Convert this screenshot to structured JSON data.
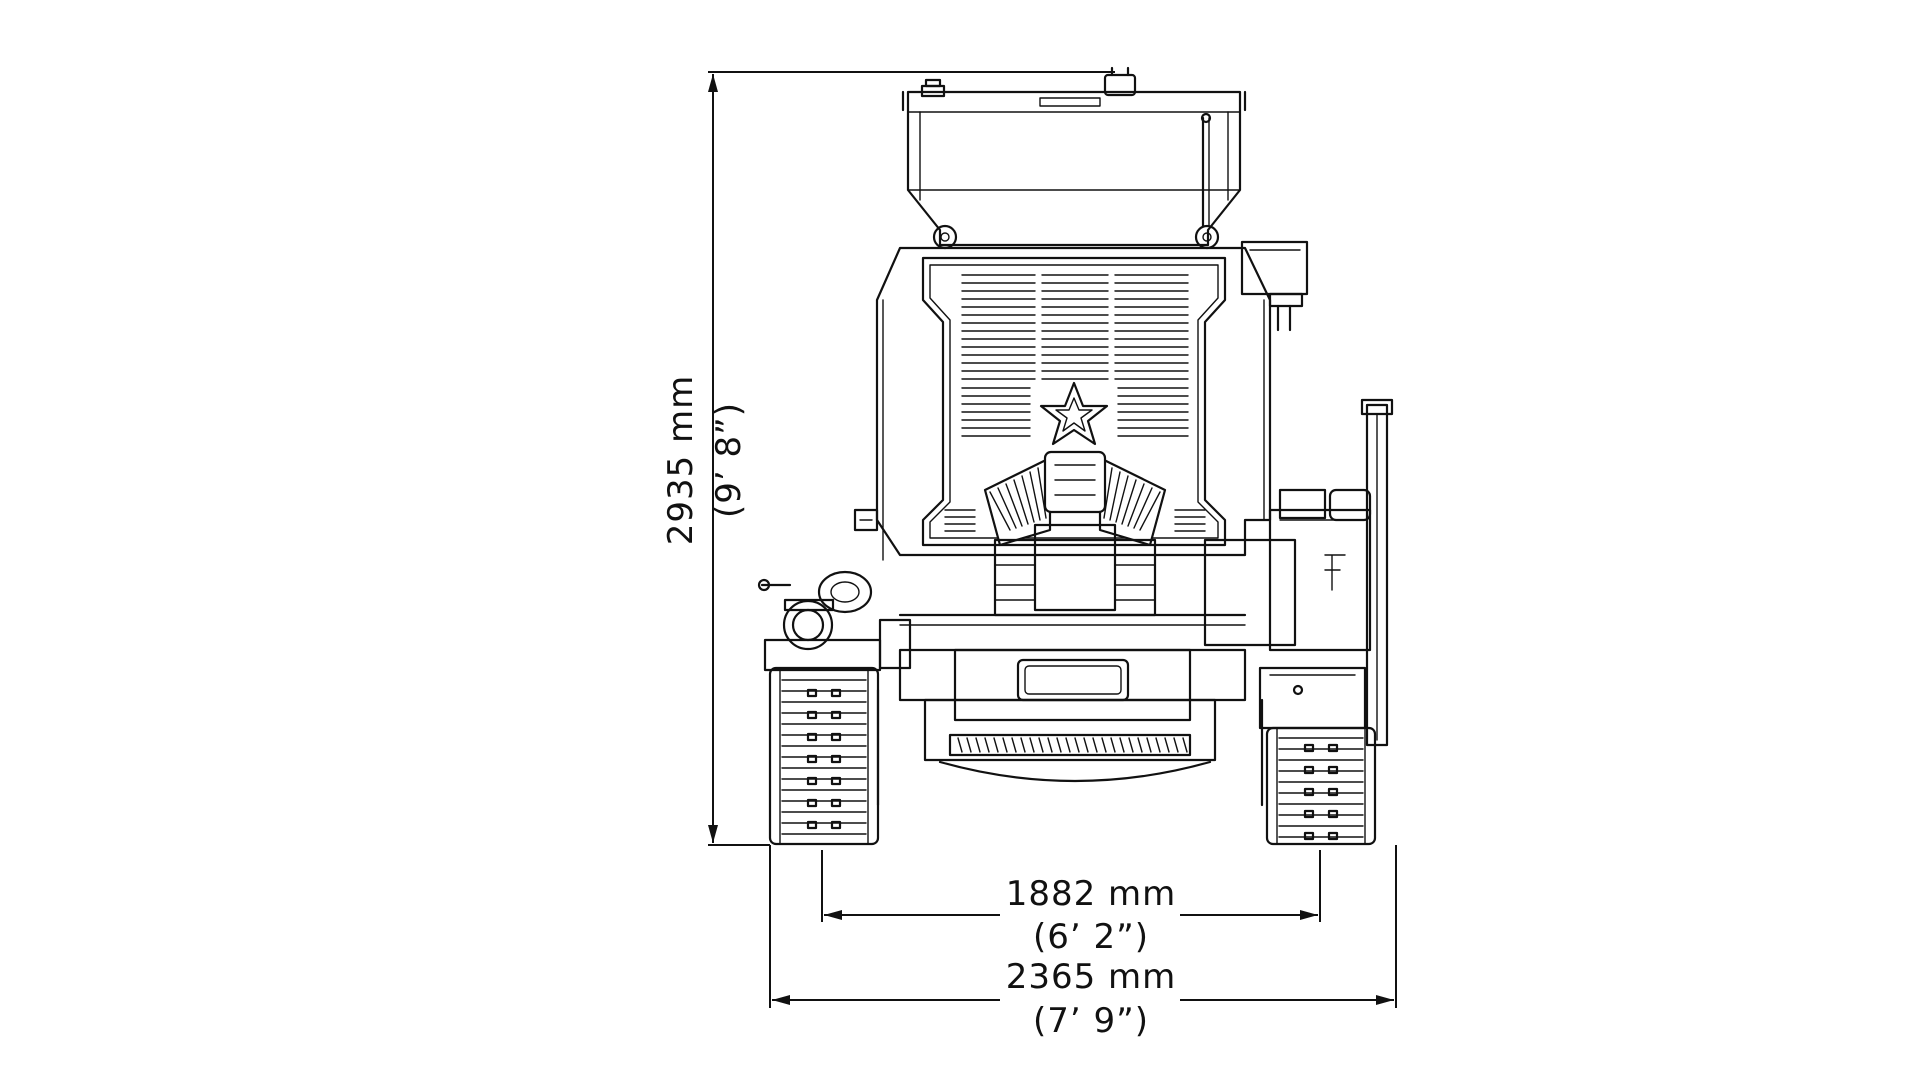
{
  "dimensions": {
    "height": {
      "metric": "2935 mm",
      "imperial": "(9’ 8”)"
    },
    "track_gauge": {
      "metric": "1882 mm",
      "imperial": "(6’ 2”)"
    },
    "overall_width": {
      "metric": "2365 mm",
      "imperial": "(7’ 9”)"
    }
  },
  "colors": {
    "line": "#111111",
    "background": "#ffffff"
  },
  "icons": {
    "emblem": "star-emblem-icon"
  }
}
